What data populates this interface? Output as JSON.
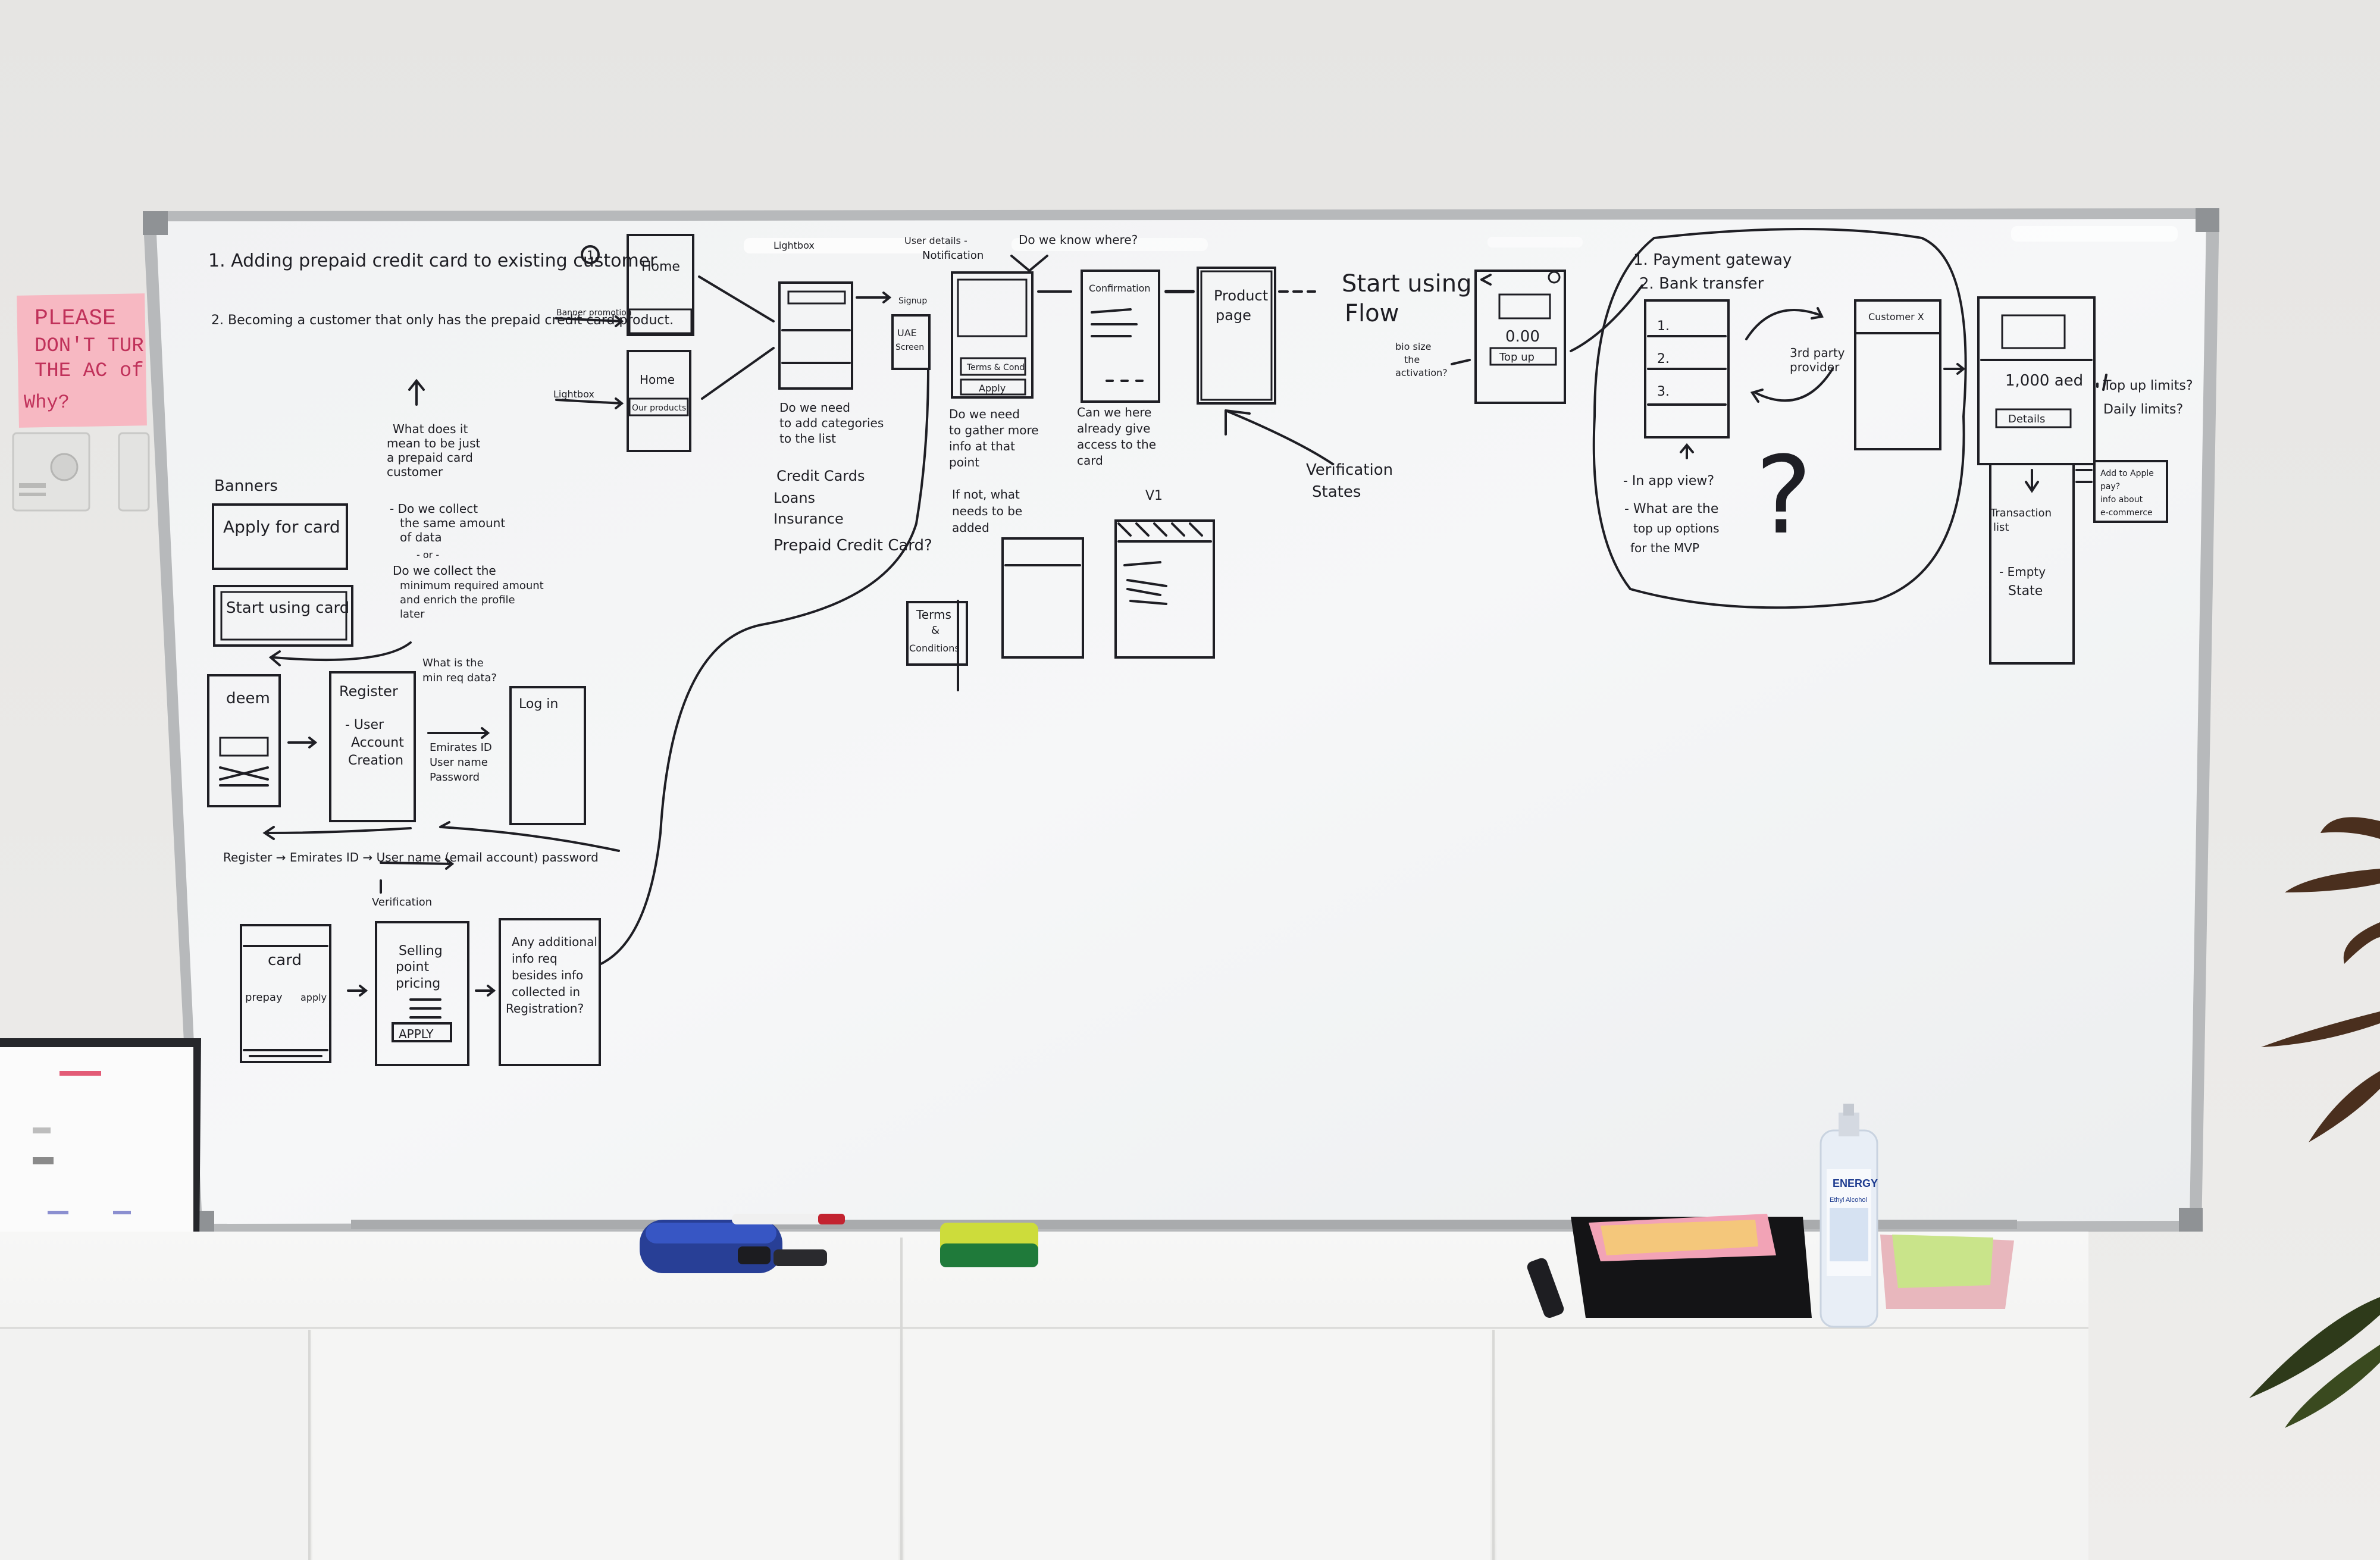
{
  "colors": {
    "wall": "#e9e8e6",
    "board": "#f4f5f6",
    "frame": "#b7b9bb",
    "ink": "#1e1e24",
    "sticky_pink": "#f7b8c2",
    "cabinet": "#f3f3f2"
  },
  "sticky_note": {
    "lines": [
      "PLEASE",
      "DON'T TUR",
      "THE AC of",
      "Why?"
    ]
  },
  "board": {
    "top_left": {
      "item1": "1. Adding prepaid credit card to existing customer",
      "item2": "2. Becoming a customer that only has the prepaid credit card product."
    },
    "question_prepaid": [
      "What does it",
      "mean to be just",
      "a prepaid card",
      "customer"
    ],
    "collect_questions": [
      "- Do we collect",
      "the same amount",
      "of data",
      "- or -",
      "Do we collect the",
      "minimum required amount",
      "and enrich the profile",
      "later"
    ],
    "banners_title": "Banners",
    "banner_apply": "Apply for card",
    "banner_start": "Start using card",
    "wire_deem": "deem",
    "wire_register": "Register",
    "wire_register_items": [
      "- User",
      "Account",
      "Creation"
    ],
    "wire_emirates_id": [
      "Emirates ID",
      "User name",
      "Password"
    ],
    "wire_login": "Log in",
    "min_req": [
      "What is the",
      "min req data?"
    ],
    "flow_line": "Register → Emirates ID → User name (email account) password",
    "verification_small": "Verification",
    "wire_card": "card",
    "wire_prepay": "prepay",
    "wire_apply_small": "apply",
    "wire_selling": [
      "Selling",
      "point",
      "pricing"
    ],
    "wire_apply_btn": "APPLY",
    "additional_info": [
      "Any additional",
      "info req",
      "besides info",
      "collected in",
      "Registration?"
    ],
    "step_one": "1",
    "banner_promotion": "Banner promotion",
    "lightbox": "Lightbox",
    "home": "Home",
    "our_products": "Our products",
    "categories_q": [
      "Do we need",
      "to add categories",
      "to the list"
    ],
    "list_items": [
      "Credit Cards",
      "Loans",
      "Insurance",
      "Prepaid Credit Card?"
    ],
    "lightbox_top": "Lightbox",
    "uae_screen": [
      "UAE",
      "Screen"
    ],
    "signup": "Signup",
    "terms": [
      "Terms",
      "&",
      "Conditions"
    ],
    "user_details": [
      "User details -",
      "Notification"
    ],
    "where_q": "Do we know where?",
    "terms_cond": "Terms & Cond",
    "apply_btn": "Apply",
    "gather_q": [
      "Do we need",
      "to gather more",
      "info at that",
      "point"
    ],
    "if_not": [
      "If not, what",
      "needs to be",
      "added"
    ],
    "confirmation": "Confirmation",
    "access_q": [
      "Can we here",
      "already give",
      "access to the",
      "card"
    ],
    "product_page": [
      "Product",
      "page"
    ],
    "verification_states": [
      "Verification",
      "States"
    ],
    "v1": "V1",
    "start_using_flow": [
      "Start using",
      "Flow"
    ],
    "bio_q": [
      "bio size",
      "the",
      "activation?"
    ],
    "amount": "0.00",
    "top_up": "Top up",
    "payment_list": [
      "1. Payment gateway",
      "2. Bank transfer"
    ],
    "third_party": [
      "3rd party",
      "provider"
    ],
    "numbered": [
      "1.",
      "2.",
      "3."
    ],
    "question_mark": "?",
    "in_app_q": [
      "- In app view?",
      "- What are the",
      "top up options",
      "for the MVP"
    ],
    "customer_x": "Customer X",
    "balance": "1,000 aed",
    "details": "Details",
    "limits_q": [
      "Top up limits?",
      "Daily limits?"
    ],
    "transaction_list": [
      "Transaction",
      "list"
    ],
    "empty_state": [
      "- Empty",
      "State"
    ],
    "apple_pay": [
      "Add to Apple",
      "pay?",
      "info about",
      "e-commerce"
    ],
    "bottle_label": [
      "ENERGY",
      "Ethyl Alcohol"
    ]
  }
}
